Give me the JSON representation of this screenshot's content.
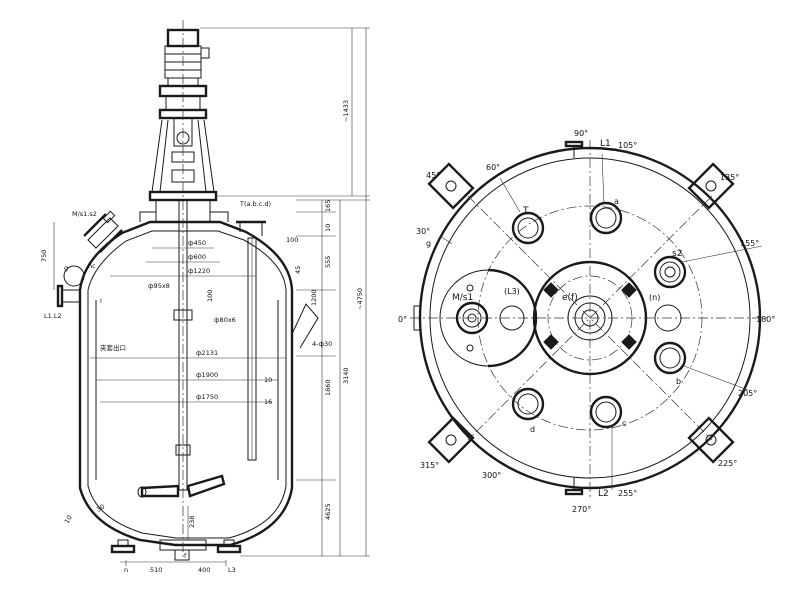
{
  "left": {
    "top_labels": {
      "nozzle_ms": "M/s1.s2",
      "nozzle_t": "T(a.b.c.d)",
      "l1l2": "L1.L2",
      "g": "g",
      "hc": "hc",
      "roman": "I"
    },
    "dims": {
      "d450": "ф450",
      "d600": "ф600",
      "d1220": "ф1220",
      "d95x8": "ф95x8",
      "d80x6": "ф80x6",
      "d2131": "ф2131",
      "d1900": "ф1900",
      "d1750": "ф1750",
      "n100a": "100",
      "n45": "45",
      "n100b": "100",
      "n10a": "10",
      "n16": "16",
      "n4d30": "4-ф30",
      "n750": "750",
      "n165": "165",
      "n10b": "10",
      "n555": "555",
      "n1200": "1200",
      "n1860": "1860",
      "n4625": "4625",
      "n3140": "3140",
      "n1433": "~1433",
      "n4750": "~4750",
      "n238": "238",
      "n10c": "10",
      "n30": "30",
      "n510": "510",
      "n400": "400",
      "nf": "f",
      "nn": "n",
      "nL3": "L3",
      "jacket": "夹套出口"
    }
  },
  "right": {
    "angles": {
      "a0": "0°",
      "a30": "30°",
      "a45": "45°",
      "a60": "60°",
      "a90": "90°",
      "a105": "105°",
      "a135": "135°",
      "a155": "155°",
      "a180": "180°",
      "a205": "205°",
      "a225": "225°",
      "a255": "255°",
      "a270": "270°",
      "a300": "300°",
      "a315": "315°"
    },
    "nozzles": {
      "L1": "L1",
      "L2": "L2",
      "T": "T",
      "a": "a",
      "s2": "s2",
      "n": "(n)",
      "b": "b",
      "c": "c",
      "d": "d",
      "ef": "e(f)",
      "L3": "(L3)",
      "Ms1": "M/s1",
      "g": "g"
    }
  }
}
